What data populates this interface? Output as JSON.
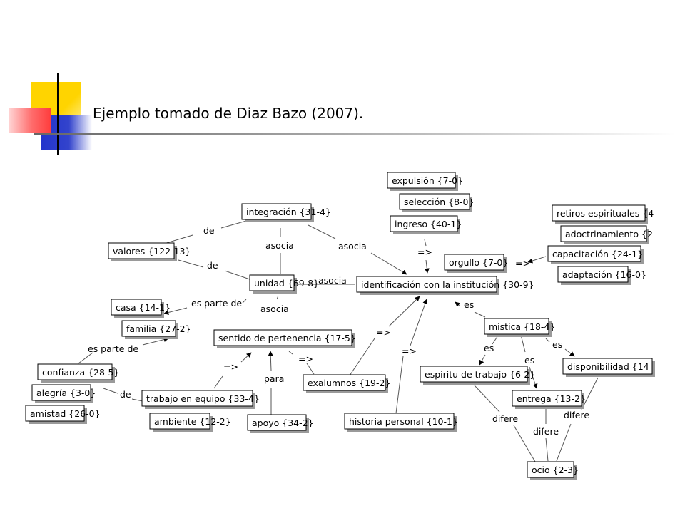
{
  "slide": {
    "title": "Ejemplo tomado de Diaz Bazo (2007).",
    "accent_colors": {
      "yellow": "#ffd700",
      "blue": "#3344cc",
      "red": "#ff3b3b"
    }
  },
  "nodes": {
    "expulsion": "expulsión {7-0}",
    "seleccion": "selección {8-0}",
    "ingreso": "ingreso {40-1}",
    "integracion": "integración {31-4}",
    "retiros": "retiros espirituales {4",
    "adoctrinamiento": "adoctrinamiento {2",
    "capacitacion": "capacitación {24-1}",
    "adaptacion": "adaptación {16-0}",
    "orgullo": "orgullo {7-0}",
    "valores": "valores {122-13}",
    "unidad": "unidad {69-8}",
    "identificacion": "identificación con la institución {30-9}",
    "casa": "casa {14-1}",
    "familia": "familia {27-2}",
    "sentido": "sentido de pertenencia {17-5}",
    "mistica": "mistica {18-4}",
    "confianza": "confianza {28-5}",
    "alegria": "alegría {3-0}",
    "amistad": "amistad {26-0}",
    "trabajo_equipo": "trabajo en equipo {33-4}",
    "ambiente": "ambiente {12-2}",
    "apoyo": "apoyo {34-2}",
    "exalumnos": "exalumnos {19-2}",
    "historia": "historia personal {10-1}",
    "espiritu": "espiritu de trabajo {6-2}",
    "entrega": "entrega {13-2}",
    "disponibilidad": "disponibilidad {14",
    "ocio": "ocio {2-3}"
  },
  "edge_labels": {
    "de_1": "de",
    "asocia_1": "asocia",
    "asocia_2": "asocia",
    "de_2": "de",
    "asocia_3": "asocia",
    "es_parte_de_1": "es parte de",
    "asocia_4": "asocia",
    "arrow_1": "=>",
    "arrow_2": "=>",
    "es_1": "es",
    "arrow_3": "=>",
    "es_parte_de_2": "es parte de",
    "arrow_4": "=>",
    "arrow_5": "=>",
    "arrow_6": "=>",
    "es_2": "es",
    "es_3": "es",
    "es_4": "es",
    "para": "para",
    "de_3": "de",
    "difere_1": "difere",
    "difere_2": "difere",
    "difere_3": "difere"
  }
}
